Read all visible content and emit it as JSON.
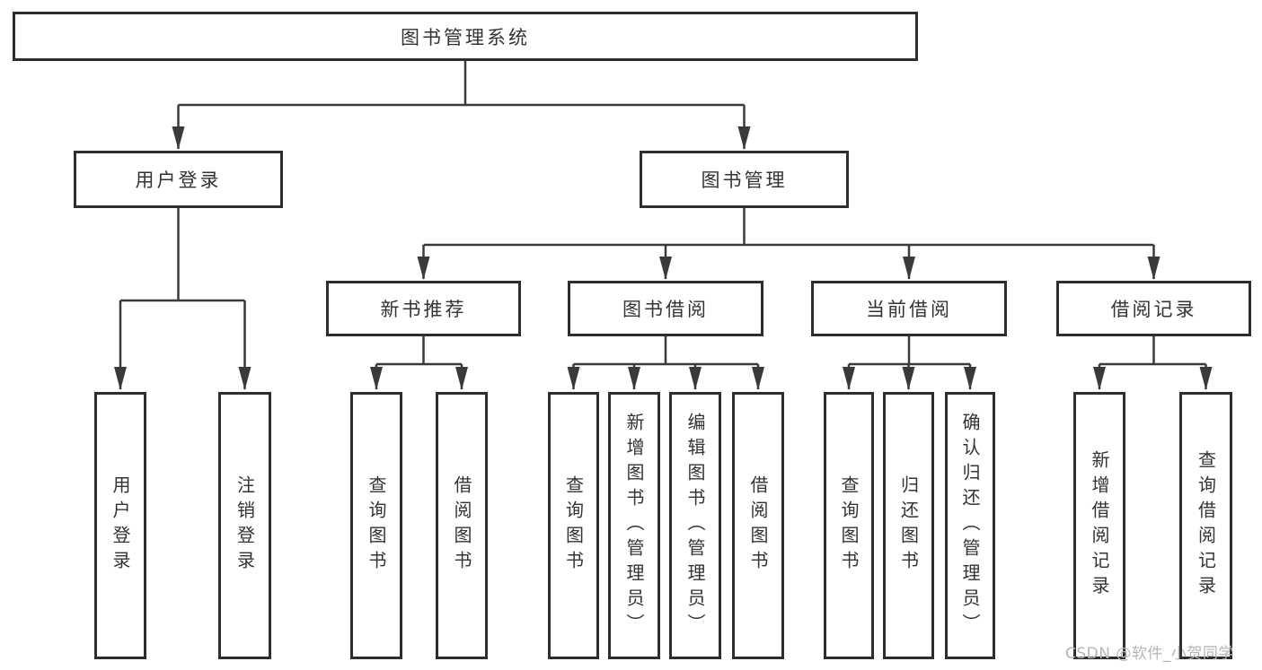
{
  "colors": {
    "line": "#3a3a3a",
    "box_border": "#2e2e2e",
    "text": "#333333",
    "background": "#ffffff",
    "watermark": "#b6b6b6"
  },
  "diagram": {
    "root": {
      "label": "图书管理系统"
    },
    "branches": {
      "user_login": {
        "label": "用户登录",
        "children": [
          "用户登录",
          "注销登录"
        ]
      },
      "book_mgmt": {
        "label": "图书管理",
        "sections": {
          "new_book": {
            "label": "新书推荐",
            "children": [
              "查询图书",
              "借阅图书"
            ]
          },
          "book_borrow": {
            "label": "图书借阅",
            "children": [
              "查询图书",
              "新增图书（管理员）",
              "编辑图书（管理员）",
              "借阅图书"
            ]
          },
          "current_borrow": {
            "label": "当前借阅",
            "children": [
              "查询图书",
              "归还图书",
              "确认归还（管理员）"
            ]
          },
          "borrow_records": {
            "label": "借阅记录",
            "children": [
              "新增借阅记录",
              "查询借阅记录"
            ]
          }
        }
      }
    }
  },
  "watermark": {
    "text": "CSDN @软件_小贺同学"
  }
}
